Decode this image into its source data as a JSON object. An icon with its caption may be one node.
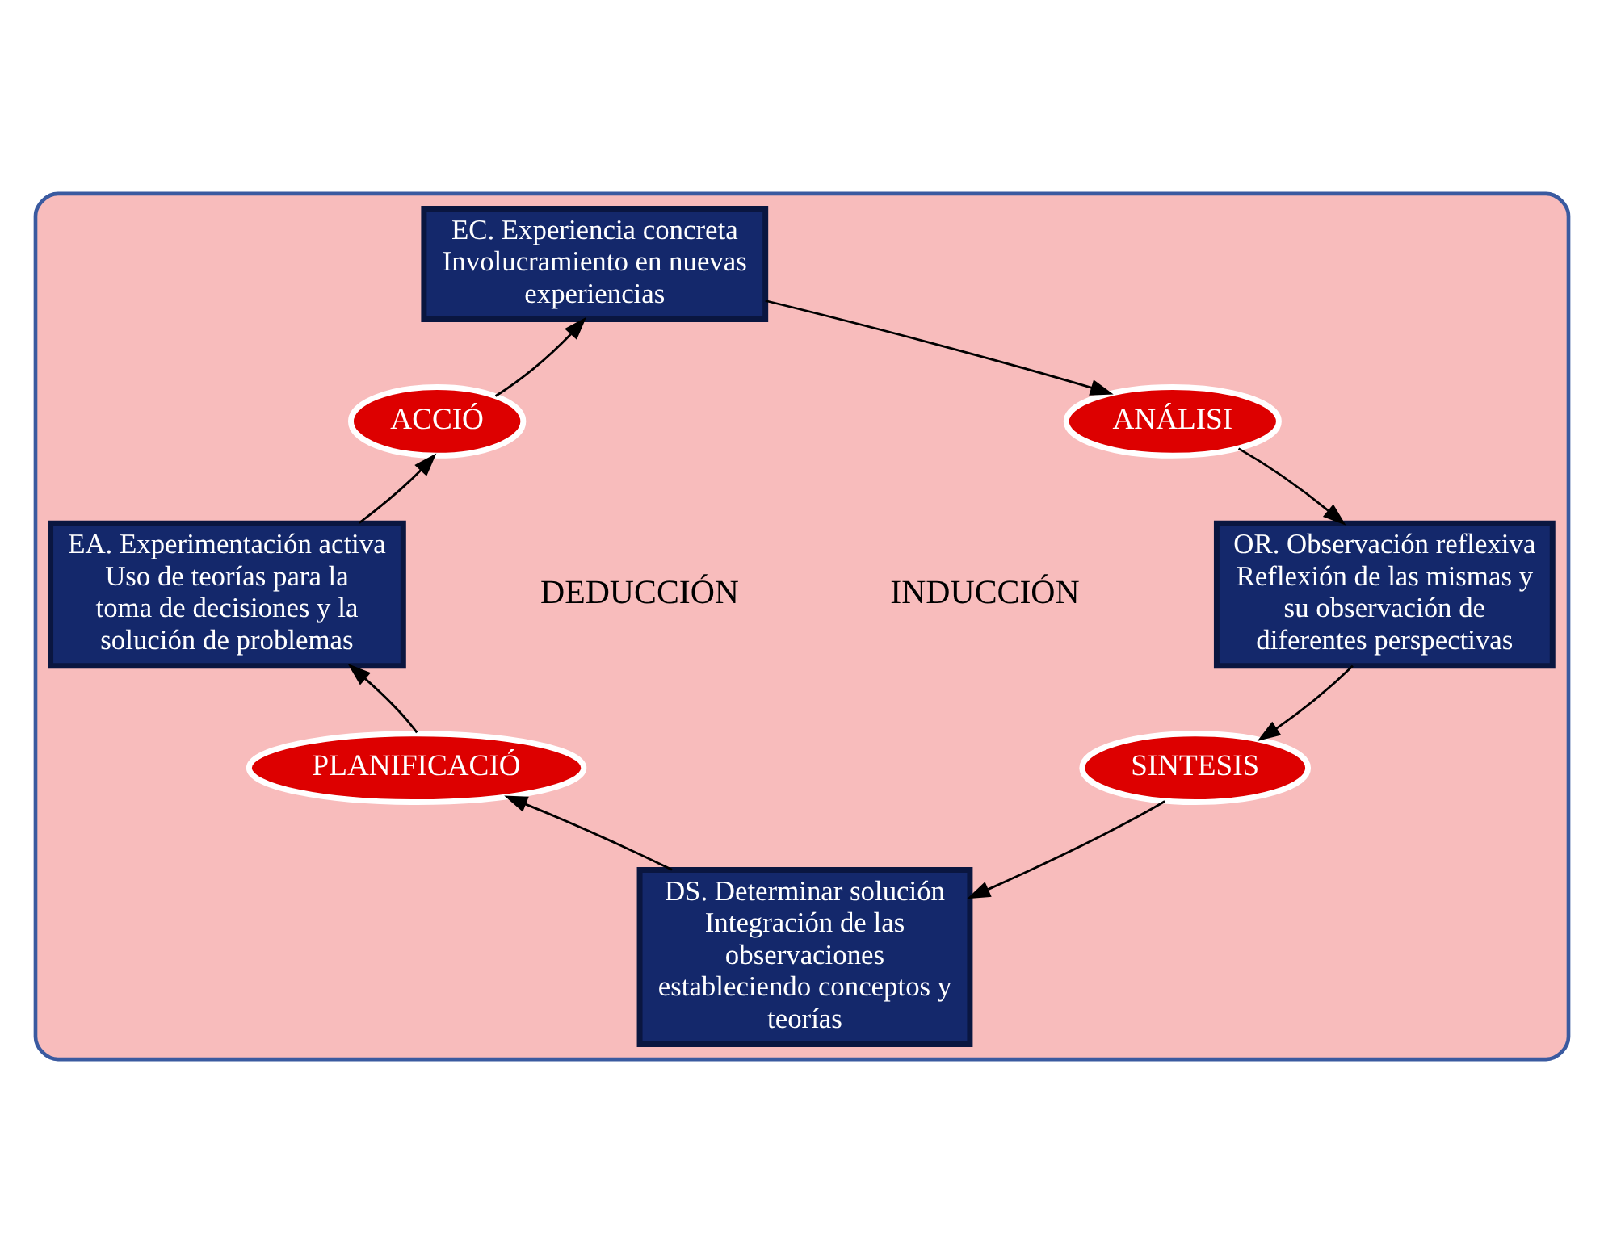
{
  "diagram": {
    "nodes": [
      {
        "text": [],
        "shape": "ellipse"
      },
      {
        "text": [
          "EC. Experiencia concreta Involucramiento en nuevas experiencias"
        ],
        "in": 0
      },
      {
        "text": [
          "ANÁLISI"
        ],
        "in": 0
      },
      {
        "text": [
          "OR. Observación reflexiva Reflexión de las mismas y su observación de diferentes perspectivas"
        ],
        "in": 0
      },
      {
        "text": [
          "SINTESIS"
        ],
        "in": 0
      },
      {
        "text": [
          "DS. Determinar solución Integración de las observaciones estableciendo conceptos y teorías"
        ],
        "in": 0
      },
      {
        "text": [
          "PLANIFICACIÓ"
        ],
        "in": 0
      },
      {
        "text": [
          "EA. Experimentación activa Uso de teorías para la toma de decisiones y la solución de problemas"
        ],
        "in": 0
      },
      {
        "text": [
          "ACCIÓ"
        ],
        "in": 0
      }
    ],
    "edges": [
      {
        "from": 1,
        "to": 2,
        "arrow": "to"
      },
      {
        "from": 2,
        "to": 3,
        "arrow": "to"
      },
      {
        "from": 3,
        "to": 4,
        "arrow": "to"
      },
      {
        "from": 4,
        "to": 5,
        "arrow": "to"
      },
      {
        "from": 5,
        "to": 6,
        "arrow": "to"
      },
      {
        "from": 6,
        "to": 7,
        "arrow": "to"
      },
      {
        "from": 7,
        "to": 8,
        "arrow": "to"
      },
      {
        "from": 8,
        "to": 1,
        "arrow": "to"
      }
    ],
    "labels": [
      "DEDUCCIÓN",
      "INDUCCIÓN"
    ]
  }
}
